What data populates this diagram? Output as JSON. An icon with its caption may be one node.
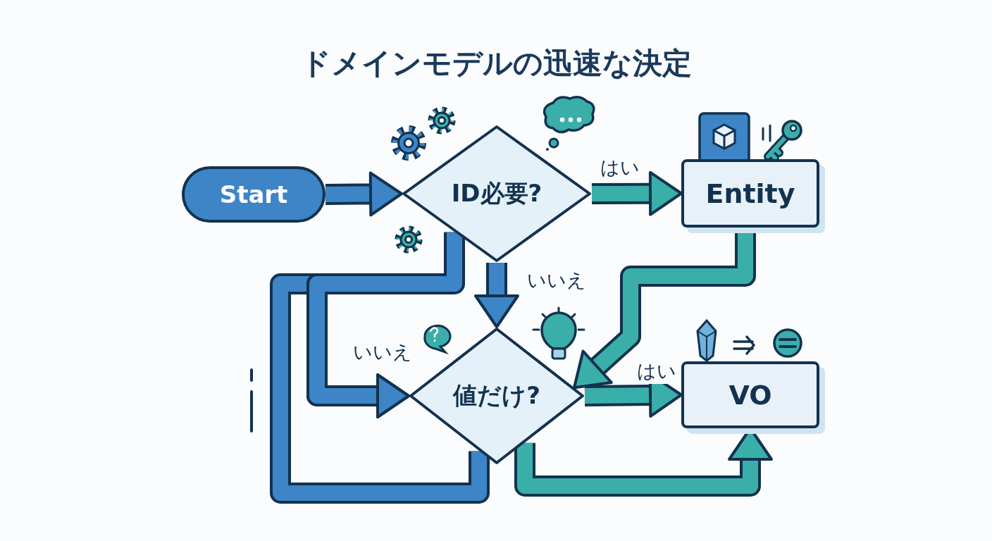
{
  "diagram": {
    "title": "ドメインモデルの迅速な決定",
    "nodes": [
      {
        "text": [
          "Start"
        ]
      },
      {
        "text": [
          "ID必要?"
        ]
      },
      {
        "text": [
          "Entity"
        ]
      },
      {
        "text": [
          "値だけ?"
        ]
      },
      {
        "text": [
          "VO"
        ]
      }
    ],
    "edges": [
      {
        "from": 0,
        "to": 1,
        "arrow": "to"
      },
      {
        "from": 1,
        "to": 2,
        "arrow": "to",
        "label": "はい",
        "color": "#3aafa9"
      },
      {
        "from": 1,
        "to": 3,
        "arrow": "to",
        "label": "いいえ"
      },
      {
        "from": 2,
        "to": 3,
        "arrow": "to",
        "color": "#3aafa9"
      },
      {
        "from": 1,
        "to": 3,
        "arrow": "to",
        "label": "いいえ"
      },
      {
        "from": 3,
        "to": 3,
        "arrow": "to"
      },
      {
        "from": 3,
        "to": 4,
        "arrow": "to",
        "label": "はい",
        "color": "#3aafa9"
      },
      {
        "from": 3,
        "to": 4,
        "arrow": "to",
        "color": "#3aafa9"
      }
    ]
  }
}
